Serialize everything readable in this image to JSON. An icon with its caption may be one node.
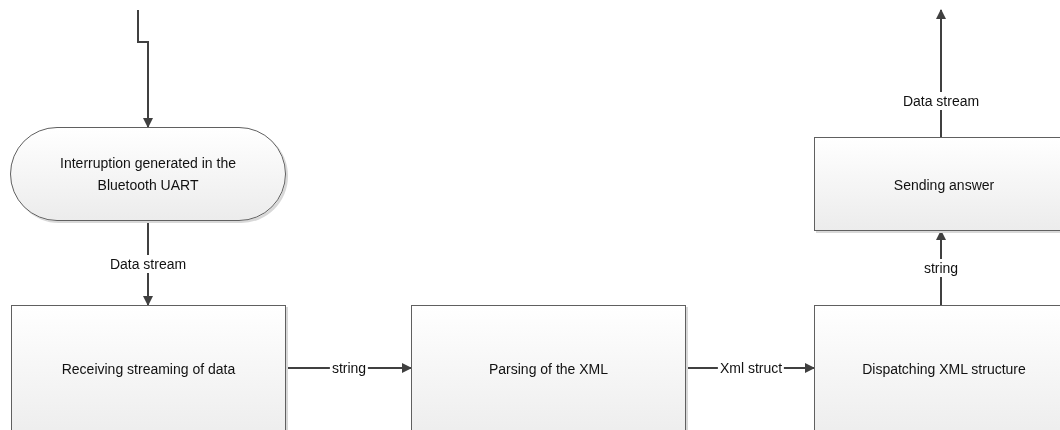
{
  "diagram": {
    "nodes": [
      {
        "text": [
          "Interruption generated in the Bluetooth UART"
        ]
      },
      {
        "text": [
          "Receiving streaming of data"
        ]
      },
      {
        "text": [
          "Parsing of the XML"
        ]
      },
      {
        "text": [
          "Dispatching XML structure"
        ]
      },
      {
        "text": [
          "Sending answer"
        ]
      }
    ],
    "edges": [
      {
        "from": null,
        "to": 0,
        "arrow": "to"
      },
      {
        "from": 0,
        "to": 1,
        "arrow": "to",
        "label": "Data stream"
      },
      {
        "from": 1,
        "to": 2,
        "arrow": "to",
        "label": "string"
      },
      {
        "from": 2,
        "to": 3,
        "arrow": "to",
        "label": "Xml struct"
      },
      {
        "from": 3,
        "to": 4,
        "arrow": "to",
        "label": "string"
      },
      {
        "from": 4,
        "to": null,
        "arrow": "to",
        "label": "Data stream"
      }
    ]
  }
}
